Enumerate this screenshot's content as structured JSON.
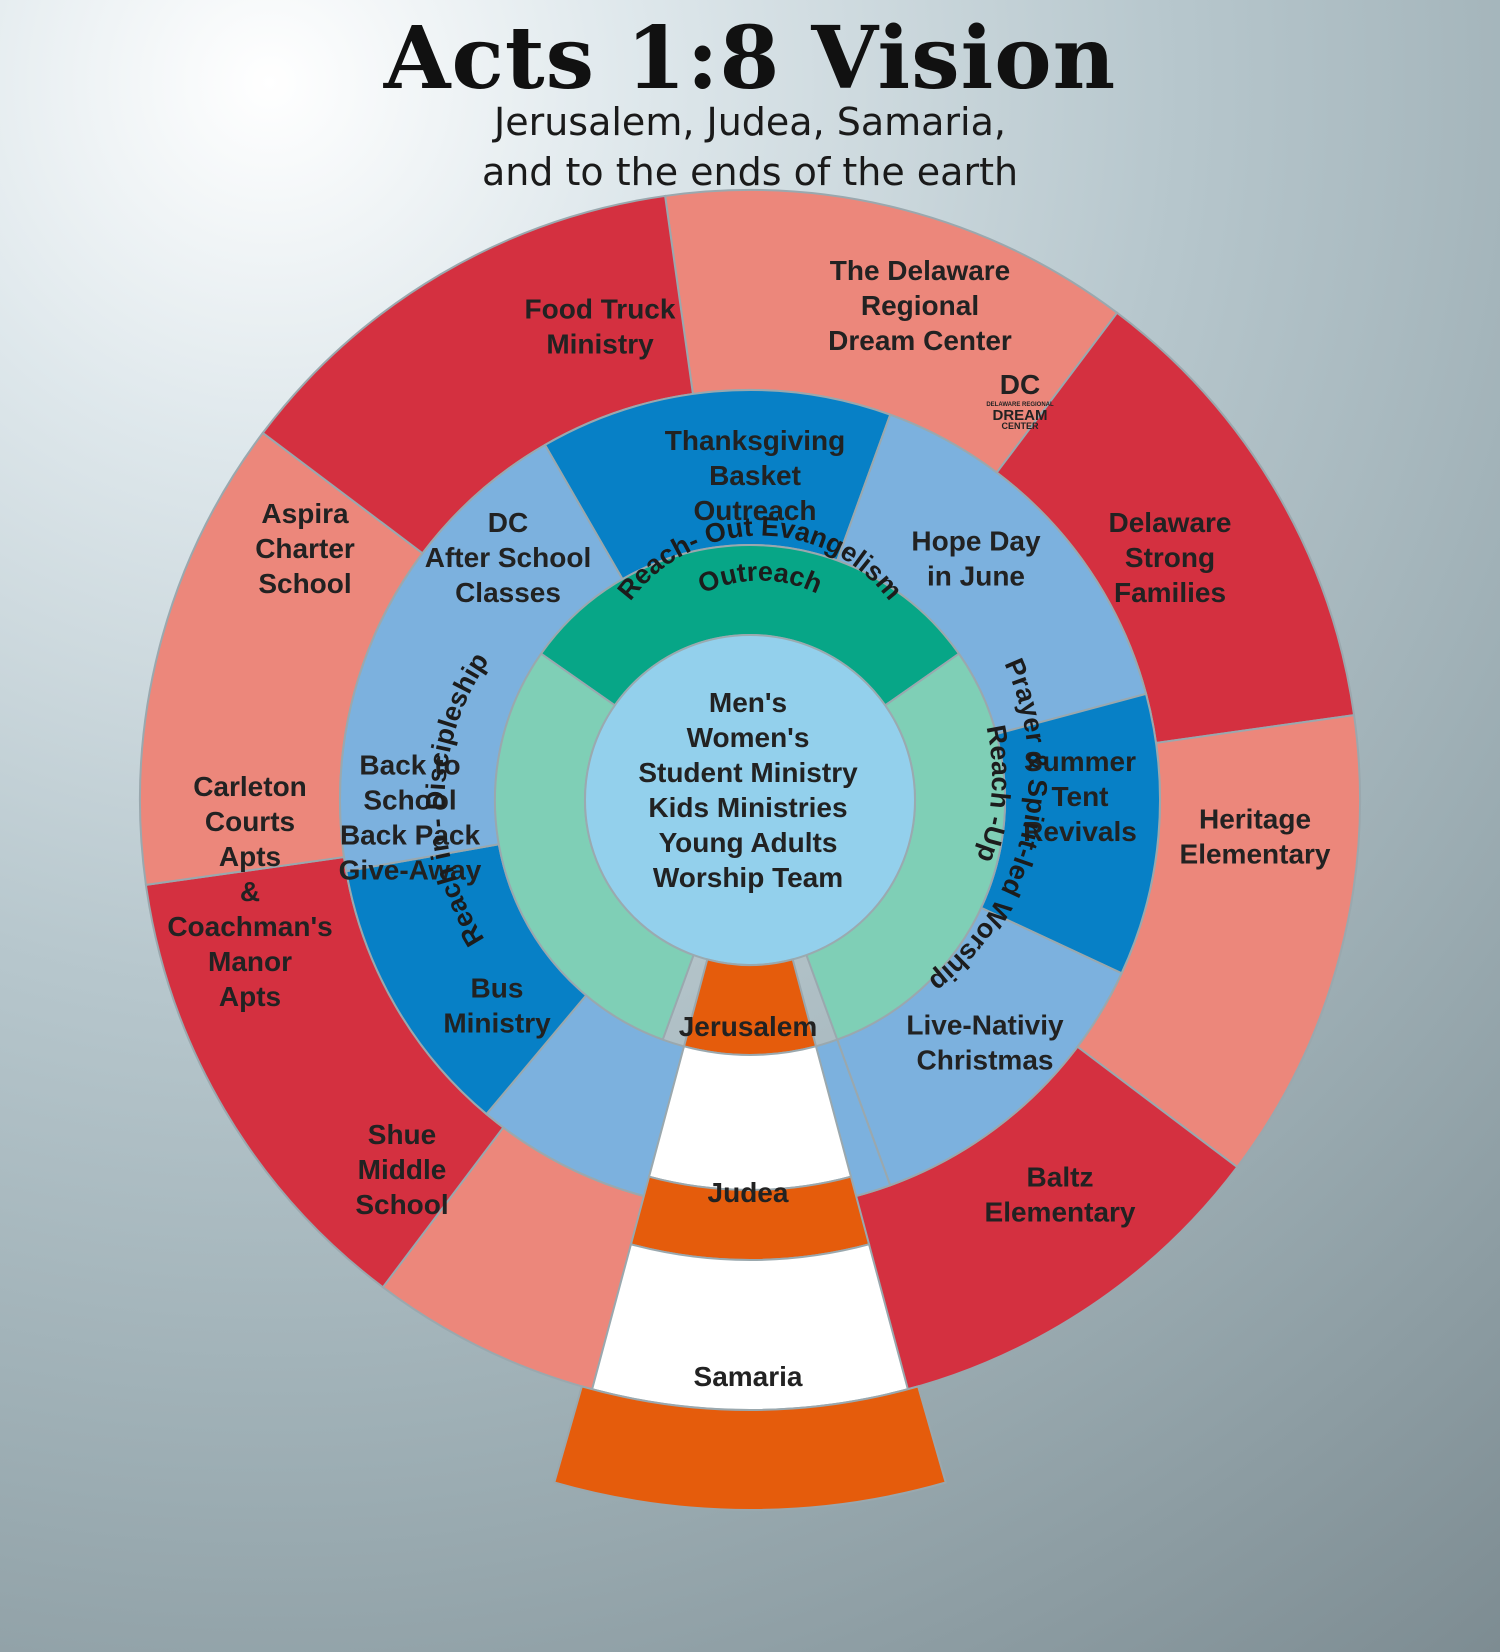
{
  "title": "Acts 1:8 Vision",
  "subtitle_line1": "Jerusalem, Judea, Samaria,",
  "subtitle_line2": "and to the ends of the earth",
  "colors": {
    "outer_dark": "#d43040",
    "outer_light": "#ec877b",
    "middle_dark": "#0780c6",
    "middle_light": "#7cb1de",
    "ring_dark": "#07a687",
    "ring_light": "#7fcfb6",
    "center": "#93d0ec",
    "orange": "#e55c0c"
  },
  "outer_ring": [
    {
      "lines": [
        "The Delaware",
        "Regional",
        "Dream Center"
      ]
    },
    {
      "lines": [
        "Delaware",
        "Strong",
        "Families"
      ]
    },
    {
      "lines": [
        "Heritage",
        "Elementary"
      ]
    },
    {
      "lines": [
        "Baltz",
        "Elementary"
      ]
    },
    {
      "lines": [
        "Shue",
        "Middle",
        "School"
      ]
    },
    {
      "lines": [
        "Carleton",
        "Courts",
        "Apts",
        "&",
        "Coachman's",
        "Manor",
        "Apts"
      ]
    },
    {
      "lines": [
        "Aspira",
        "Charter",
        "School"
      ]
    },
    {
      "lines": [
        "Food Truck",
        "Ministry"
      ]
    }
  ],
  "middle_ring": [
    {
      "lines": [
        "Thanksgiving",
        "Basket",
        "Outreach"
      ]
    },
    {
      "lines": [
        "Hope Day",
        "in June"
      ]
    },
    {
      "lines": [
        "Summer",
        "Tent",
        "Revivals"
      ]
    },
    {
      "lines": [
        "Live-Nativiy",
        "Christmas"
      ]
    },
    {
      "lines": [
        "Bus",
        "Ministry"
      ]
    },
    {
      "lines": [
        "Back to",
        "School",
        "Back Pack",
        "Give-Away"
      ]
    },
    {
      "lines": [
        "DC",
        "After School",
        "Classes"
      ]
    }
  ],
  "inner_ring": {
    "top_line1": "Reach- Out Evangelism",
    "top_line2": "Outreach",
    "left": "Reach in - Discipleship",
    "right_line1": "Reach -Up",
    "right_line2": "Prayer & Spirit-led Worship"
  },
  "center": [
    "Men's",
    "Women's",
    "Student Ministry",
    "Kids Ministries",
    "Young Adults",
    "Worship Team"
  ],
  "bottom_bands": [
    "Jerusalem",
    "Judea",
    "Samaria"
  ],
  "logo": {
    "initials": "DC",
    "small": "DELAWARE REGIONAL",
    "big": "DREAM",
    "sub": "CENTER"
  }
}
